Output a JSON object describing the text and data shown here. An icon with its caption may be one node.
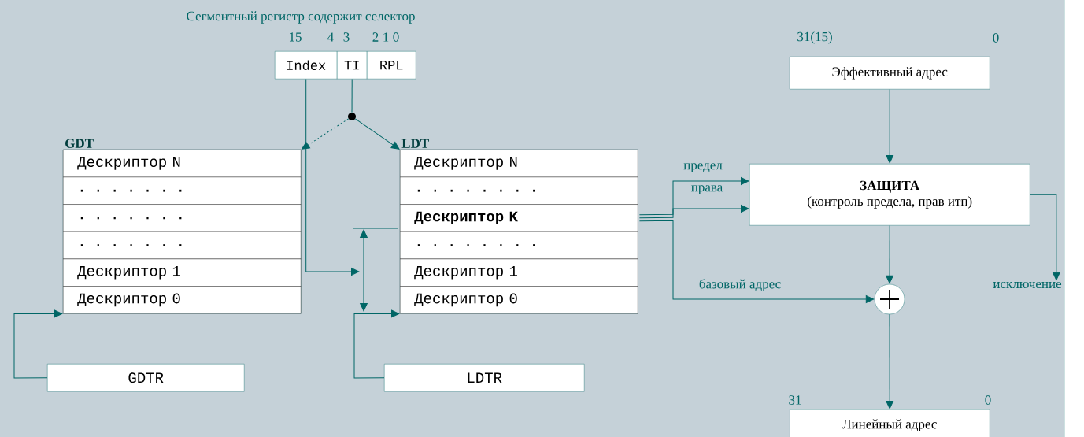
{
  "diagram": {
    "title": "Сегментный регистр содержит селектор",
    "nodes": [
      {
        "text": [
          "Index"
        ]
      },
      {
        "text": [
          "TI"
        ]
      },
      {
        "text": [
          "RPL"
        ]
      },
      {
        "text": [],
        "shape": "circle"
      },
      {
        "text": [
          "GDT"
        ]
      },
      {
        "text": [
          "Дескриптор N"
        ],
        "in": 4
      },
      {
        "text": [
          ". . . . . . ."
        ],
        "in": 4
      },
      {
        "text": [
          ". . . . . . ."
        ],
        "in": 4
      },
      {
        "text": [
          ". . . . . . ."
        ],
        "in": 4
      },
      {
        "text": [
          "Дескриптор 1"
        ],
        "in": 4
      },
      {
        "text": [
          "Дескриптор 0"
        ],
        "in": 4
      },
      {
        "text": [
          "LDT"
        ]
      },
      {
        "text": [
          "Дескриптор N"
        ],
        "in": 11
      },
      {
        "text": [
          ". . . . . . . ."
        ],
        "in": 11
      },
      {
        "text": [
          "Дескриптор K"
        ],
        "in": 11
      },
      {
        "text": [
          ". . . . . . . ."
        ],
        "in": 11
      },
      {
        "text": [
          "Дескриптор 1"
        ],
        "in": 11
      },
      {
        "text": [
          "Дескриптор 0"
        ],
        "in": 11
      },
      {
        "text": [
          "GDTR"
        ]
      },
      {
        "text": [
          "LDTR"
        ]
      },
      {
        "text": [
          "Эффективный адрес"
        ],
        "beside": [
          "31(15)",
          "0"
        ]
      },
      {
        "text": [
          "ЗАЩИТА",
          "(контроль предела, прав итп)"
        ]
      },
      {
        "text": [],
        "shape": "circle"
      },
      {
        "text": [
          "Линейный адрес"
        ],
        "beside": [
          "31",
          "0"
        ]
      },
      {
        "text": [
          "исключение"
        ]
      }
    ],
    "edges": [
      {
        "from": 1,
        "to": 3,
        "arrow": "none"
      },
      {
        "from": 3,
        "to": 4,
        "arrow": "to",
        "style": "dashed"
      },
      {
        "from": 3,
        "to": 11,
        "arrow": "to"
      },
      {
        "from": 0,
        "to": null,
        "arrow": "to"
      },
      {
        "from": 18,
        "to": 4,
        "arrow": "to"
      },
      {
        "from": 19,
        "to": 11,
        "arrow": "to"
      },
      {
        "from": 14,
        "to": 21,
        "arrow": "to",
        "label": "предел"
      },
      {
        "from": 14,
        "to": 21,
        "arrow": "to",
        "label": "права"
      },
      {
        "from": 14,
        "to": 22,
        "arrow": "to",
        "label": "базовый адрес"
      },
      {
        "from": 20,
        "to": 21,
        "arrow": "to"
      },
      {
        "from": 21,
        "to": 22,
        "arrow": "to"
      },
      {
        "from": 22,
        "to": 23,
        "arrow": "to"
      },
      {
        "from": 21,
        "to": 24,
        "arrow": "to"
      }
    ],
    "labels": [
      "15",
      "4",
      "3",
      "2",
      "1",
      "0"
    ]
  }
}
